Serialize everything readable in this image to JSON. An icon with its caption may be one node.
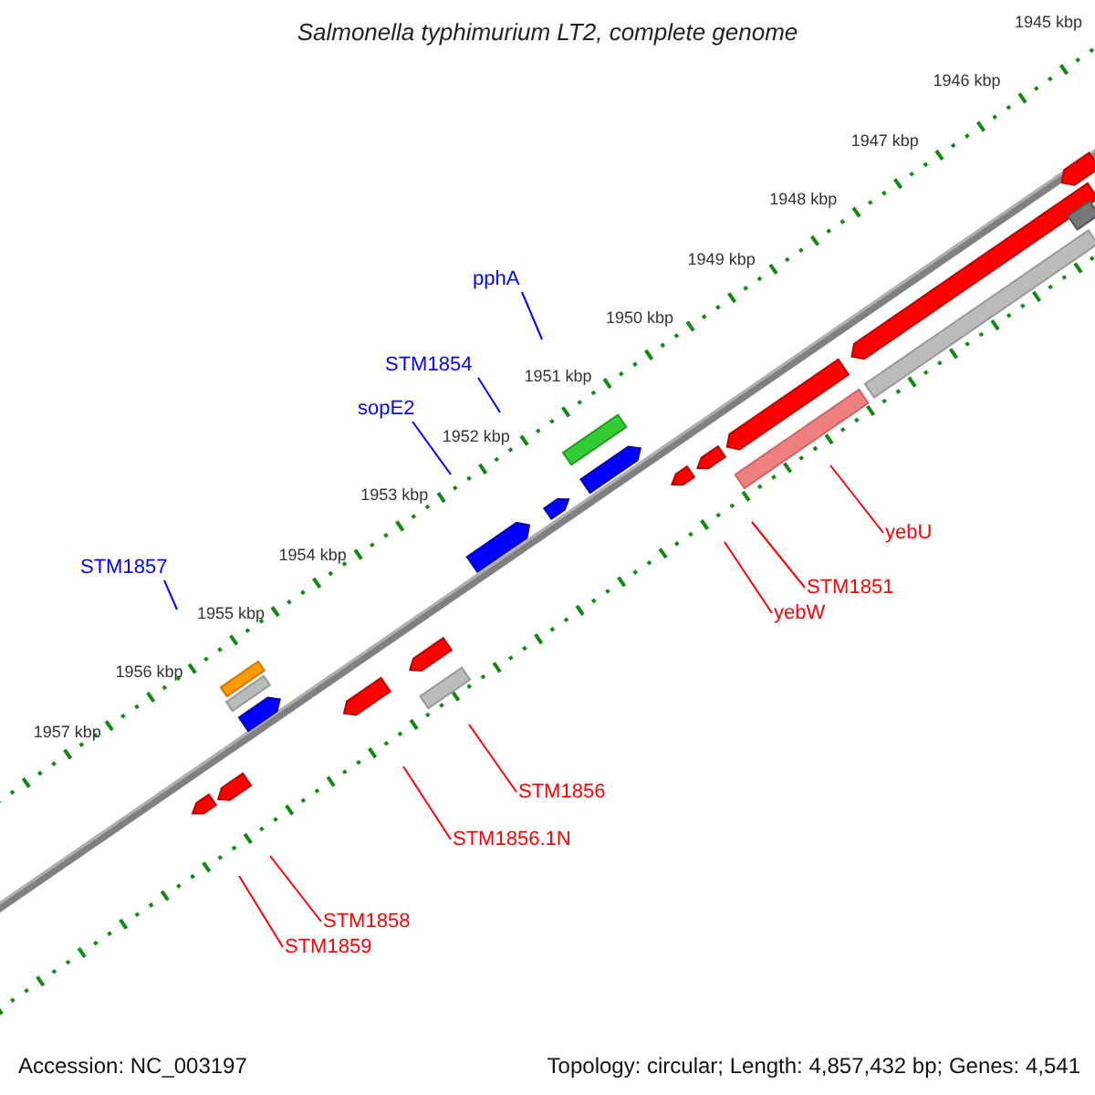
{
  "diagram": {
    "title": "Salmonella typhimurium LT2, complete genome",
    "nodes": [
      {
        "text": [
          "pphA"
        ]
      },
      {
        "text": [
          "STM1854"
        ]
      },
      {
        "text": [
          "sopE2"
        ]
      },
      {
        "text": [
          "STM1857"
        ]
      },
      {
        "text": [
          "yebU"
        ]
      },
      {
        "text": [
          "STM1851"
        ]
      },
      {
        "text": [
          "yebW"
        ]
      },
      {
        "text": [
          "STM1856"
        ]
      },
      {
        "text": [
          "STM1856.1N"
        ]
      },
      {
        "text": [
          "STM1858"
        ]
      },
      {
        "text": [
          "STM1859"
        ]
      }
    ],
    "edges": [
      {
        "from": 0,
        "to": null,
        "arrow": "none",
        "color": "#0000ff"
      },
      {
        "from": 1,
        "to": null,
        "arrow": "none",
        "color": "#0000ff"
      },
      {
        "from": 2,
        "to": null,
        "arrow": "none",
        "color": "#0000ff"
      },
      {
        "from": 3,
        "to": null,
        "arrow": "none",
        "color": "#0000ff"
      },
      {
        "from": 4,
        "to": null,
        "arrow": "none"
      },
      {
        "from": 5,
        "to": null,
        "arrow": "none"
      },
      {
        "from": 6,
        "to": null,
        "arrow": "none"
      },
      {
        "from": 7,
        "to": null,
        "arrow": "none"
      },
      {
        "from": 8,
        "to": null,
        "arrow": "none"
      },
      {
        "from": 9,
        "to": null,
        "arrow": "none"
      },
      {
        "from": 10,
        "to": null,
        "arrow": "none"
      }
    ],
    "labels": [
      "1945 kbp",
      "1946 kbp",
      "1947 kbp",
      "1948 kbp",
      "1949 kbp",
      "1950 kbp",
      "1951 kbp",
      "1952 kbp",
      "1953 kbp",
      "1954 kbp",
      "1955 kbp",
      "1956 kbp",
      "1957 kbp",
      "Accession: NC_003197",
      "Topology: circular; Length: 4,857,432 bp; Genes: 4,541"
    ]
  }
}
